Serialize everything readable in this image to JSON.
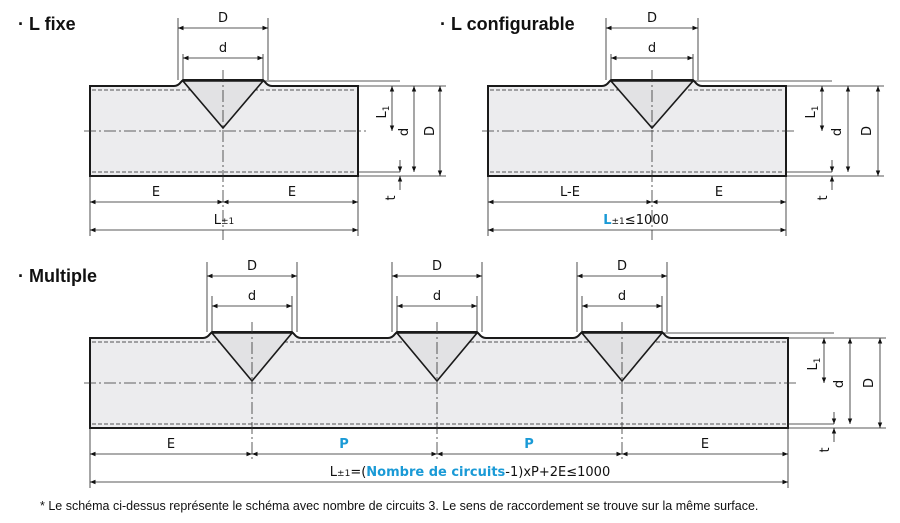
{
  "sections": {
    "fixed": {
      "title": "· L fixe"
    },
    "configurable": {
      "title": "· L configurable"
    },
    "multiple": {
      "title": "· Multiple"
    }
  },
  "labels": {
    "D": "D",
    "d": "d",
    "E": "E",
    "L_minus_E": "L-E",
    "P": "P",
    "L1_main": "L",
    "L1_sub": "1",
    "t": "t",
    "L_tol_main": "L",
    "L_tol_sub": "±1",
    "L_max_suffix": "≤1000",
    "formula_mid_open": "=(",
    "formula_blue": "Nombre de circuits",
    "formula_tail": "-1)xP+2E≤1000"
  },
  "footnote": "* Le schéma ci-dessus représente le schéma avec nombre de circuits 3. Le sens de raccordement se trouve sur la même surface.",
  "colors": {
    "accent_blue": "#1a9ad6",
    "body_fill": "#ececee",
    "outline": "#1a1a1a"
  }
}
